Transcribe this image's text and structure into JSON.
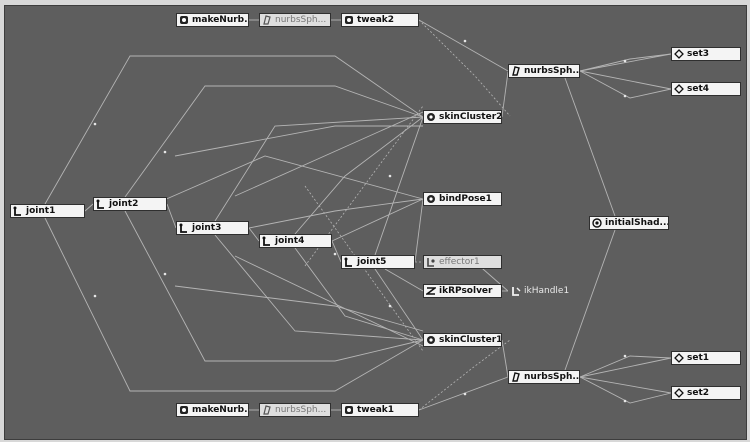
{
  "nodes": {
    "makeNurb_top": {
      "label": "makeNurb...",
      "icon": "make-nurbs-icon"
    },
    "nurbsSph_shape_top": {
      "label": "nurbsSph...",
      "icon": "nurbs-shape-icon"
    },
    "tweak2": {
      "label": "tweak2",
      "icon": "tweak-icon"
    },
    "nurbsSph_top": {
      "label": "nurbsSph...",
      "icon": "nurbs-shape-icon"
    },
    "set3": {
      "label": "set3",
      "icon": "set-icon"
    },
    "set4": {
      "label": "set4",
      "icon": "set-icon"
    },
    "skinCluster2": {
      "label": "skinCluster2",
      "icon": "skin-cluster-icon"
    },
    "joint1": {
      "label": "joint1",
      "icon": "joint-icon"
    },
    "joint2": {
      "label": "joint2",
      "icon": "joint-icon"
    },
    "bindPose1": {
      "label": "bindPose1",
      "icon": "bind-pose-icon"
    },
    "initialShad": {
      "label": "initialShad...",
      "icon": "shading-group-icon"
    },
    "joint3": {
      "label": "joint3",
      "icon": "joint-icon"
    },
    "joint4": {
      "label": "joint4",
      "icon": "joint-icon"
    },
    "joint5": {
      "label": "joint5",
      "icon": "joint-icon"
    },
    "effector1": {
      "label": "effector1",
      "icon": "effector-icon"
    },
    "ikRPsolver": {
      "label": "ikRPsolver",
      "icon": "ik-solver-icon"
    },
    "ikHandle1": {
      "label": "ikHandle1",
      "icon": "ik-handle-icon"
    },
    "skinCluster1": {
      "label": "skinCluster1",
      "icon": "skin-cluster-icon"
    },
    "nurbsSph_bot": {
      "label": "nurbsSph...",
      "icon": "nurbs-shape-icon"
    },
    "set1": {
      "label": "set1",
      "icon": "set-icon"
    },
    "set2": {
      "label": "set2",
      "icon": "set-icon"
    },
    "makeNurb_bot": {
      "label": "makeNurb...",
      "icon": "make-nurbs-icon"
    },
    "nurbsSph_shape_bot": {
      "label": "nurbsSph...",
      "icon": "nurbs-shape-icon"
    },
    "tweak1": {
      "label": "tweak1",
      "icon": "tweak-icon"
    }
  },
  "colors": {
    "canvas": "#5e5e5e",
    "edge": "#b4b4b4",
    "node_fill": "#f4f4f4",
    "node_border": "#2f2f2f",
    "node_text": "#111111"
  }
}
